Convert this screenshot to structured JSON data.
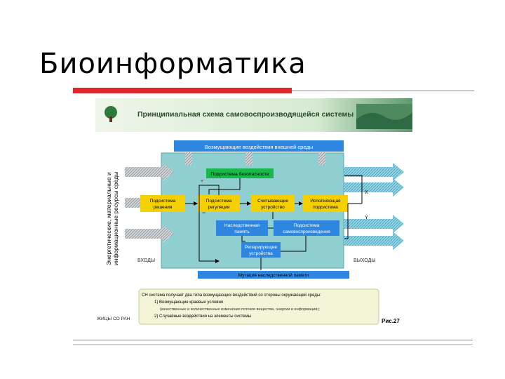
{
  "slide": {
    "title": "Биоинформатика"
  },
  "figure": {
    "heading": "Принципиальная схема самовоспроизводящейся системы",
    "top_box": "Возмущающие воздействия внешней среды",
    "side_label_line1": "Энергетические, материальные и",
    "side_label_line2": "информационные ресурсы среды",
    "inputs_label": "ВХОДЫ",
    "outputs_label": "ВЫХОДЫ",
    "security": "Подсистема безопасности",
    "decision_line1": "Подсистема",
    "decision_line2": "решения",
    "regulation_line1": "Подсистема",
    "regulation_line2": "регуляции",
    "reader_line1": "Считывающее",
    "reader_line2": "устройство",
    "executor_line1": "Исполняющая",
    "executor_line2": "подсистема",
    "memory_line1": "Наследственная",
    "memory_line2": "память",
    "reproduction_line1": "Подсистема",
    "reproduction_line2": "самовоспроизведения",
    "repair_line1": "Репарирующие",
    "repair_line2": "устройства",
    "mutation_box": "Мутация наследственной памяти",
    "plus_sign": "+",
    "minus_sign": "−",
    "x_label": "X",
    "y_label": "Y",
    "caption_line1": "СН система получает два типа возмущающих воздействий со стороны окружающей среды:",
    "caption_line2": "1) Возмущающие краевые условия",
    "caption_line3": "(качественные и количественные изменения потоков вещества, энергии и информации);",
    "caption_line4": "2) Случайные воздействия на элементы системы",
    "bottom_left_text": "ЖИЦЫ СО РАН",
    "figure_number": "Рис.27",
    "colors": {
      "header_bg": "#d8ecd0",
      "board_bg": "#8fcfd2",
      "top_box": "#2f86e0",
      "yellow_box": "#f5d000",
      "green_box": "#18b84a",
      "blue_box": "#2f86e0",
      "arrow": "#8fd5e6",
      "caption_bg": "#f4f4d8"
    }
  }
}
